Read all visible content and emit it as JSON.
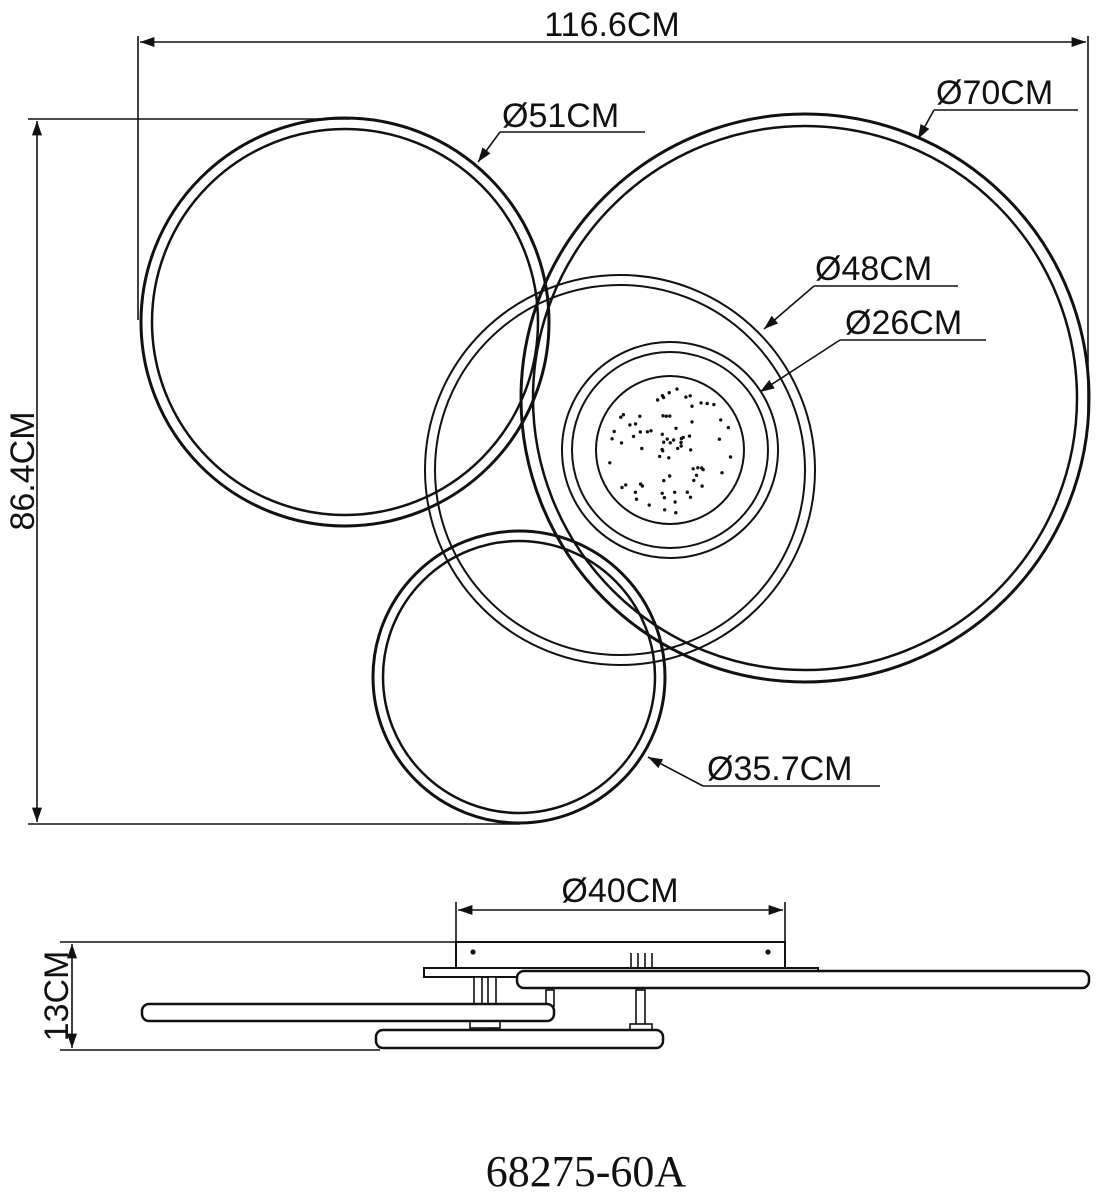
{
  "drawing": {
    "overall_width": "116.6CM",
    "overall_height": "86.4CM",
    "ring_large": "Ø70CM",
    "ring_upper_left": "Ø51CM",
    "ring_middle": "Ø48CM",
    "center_disc": "Ø26CM",
    "ring_small": "Ø35.7CM",
    "canopy_diameter": "Ø40CM",
    "side_height": "13CM",
    "model_number": "68275-60A"
  },
  "colors": {
    "line": "#111111",
    "background": "#ffffff"
  }
}
